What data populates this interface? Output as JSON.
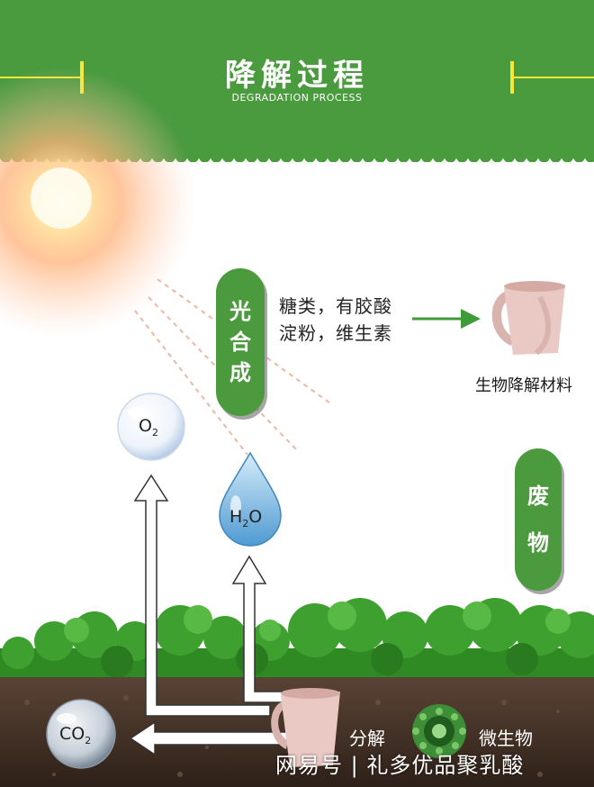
{
  "header": {
    "title": "降解过程",
    "subtitle": "DEGRADATION PROCESS"
  },
  "diagram": {
    "photosynthesis": [
      "光",
      "合",
      "成"
    ],
    "products_line1": "糖类，有胶酸",
    "products_line2": "淀粉，维生素",
    "material_label": "生物降解材料",
    "waste": [
      "废",
      "物"
    ],
    "o2_main": "O",
    "o2_sub": "2",
    "h2o_h": "H",
    "h2o_sub": "2",
    "h2o_o": "O",
    "co2_main": "CO",
    "co2_sub": "2",
    "decompose": "分解",
    "microbe": "微生物"
  },
  "watermark": {
    "text": "网易号 | 礼多优品聚乳酸"
  },
  "colors": {
    "banner_green": "#4a9a3e",
    "accent_yellow": "#f5e83a",
    "pill_green": "#4b9a3d",
    "cup_pink": "#eac8c4"
  }
}
